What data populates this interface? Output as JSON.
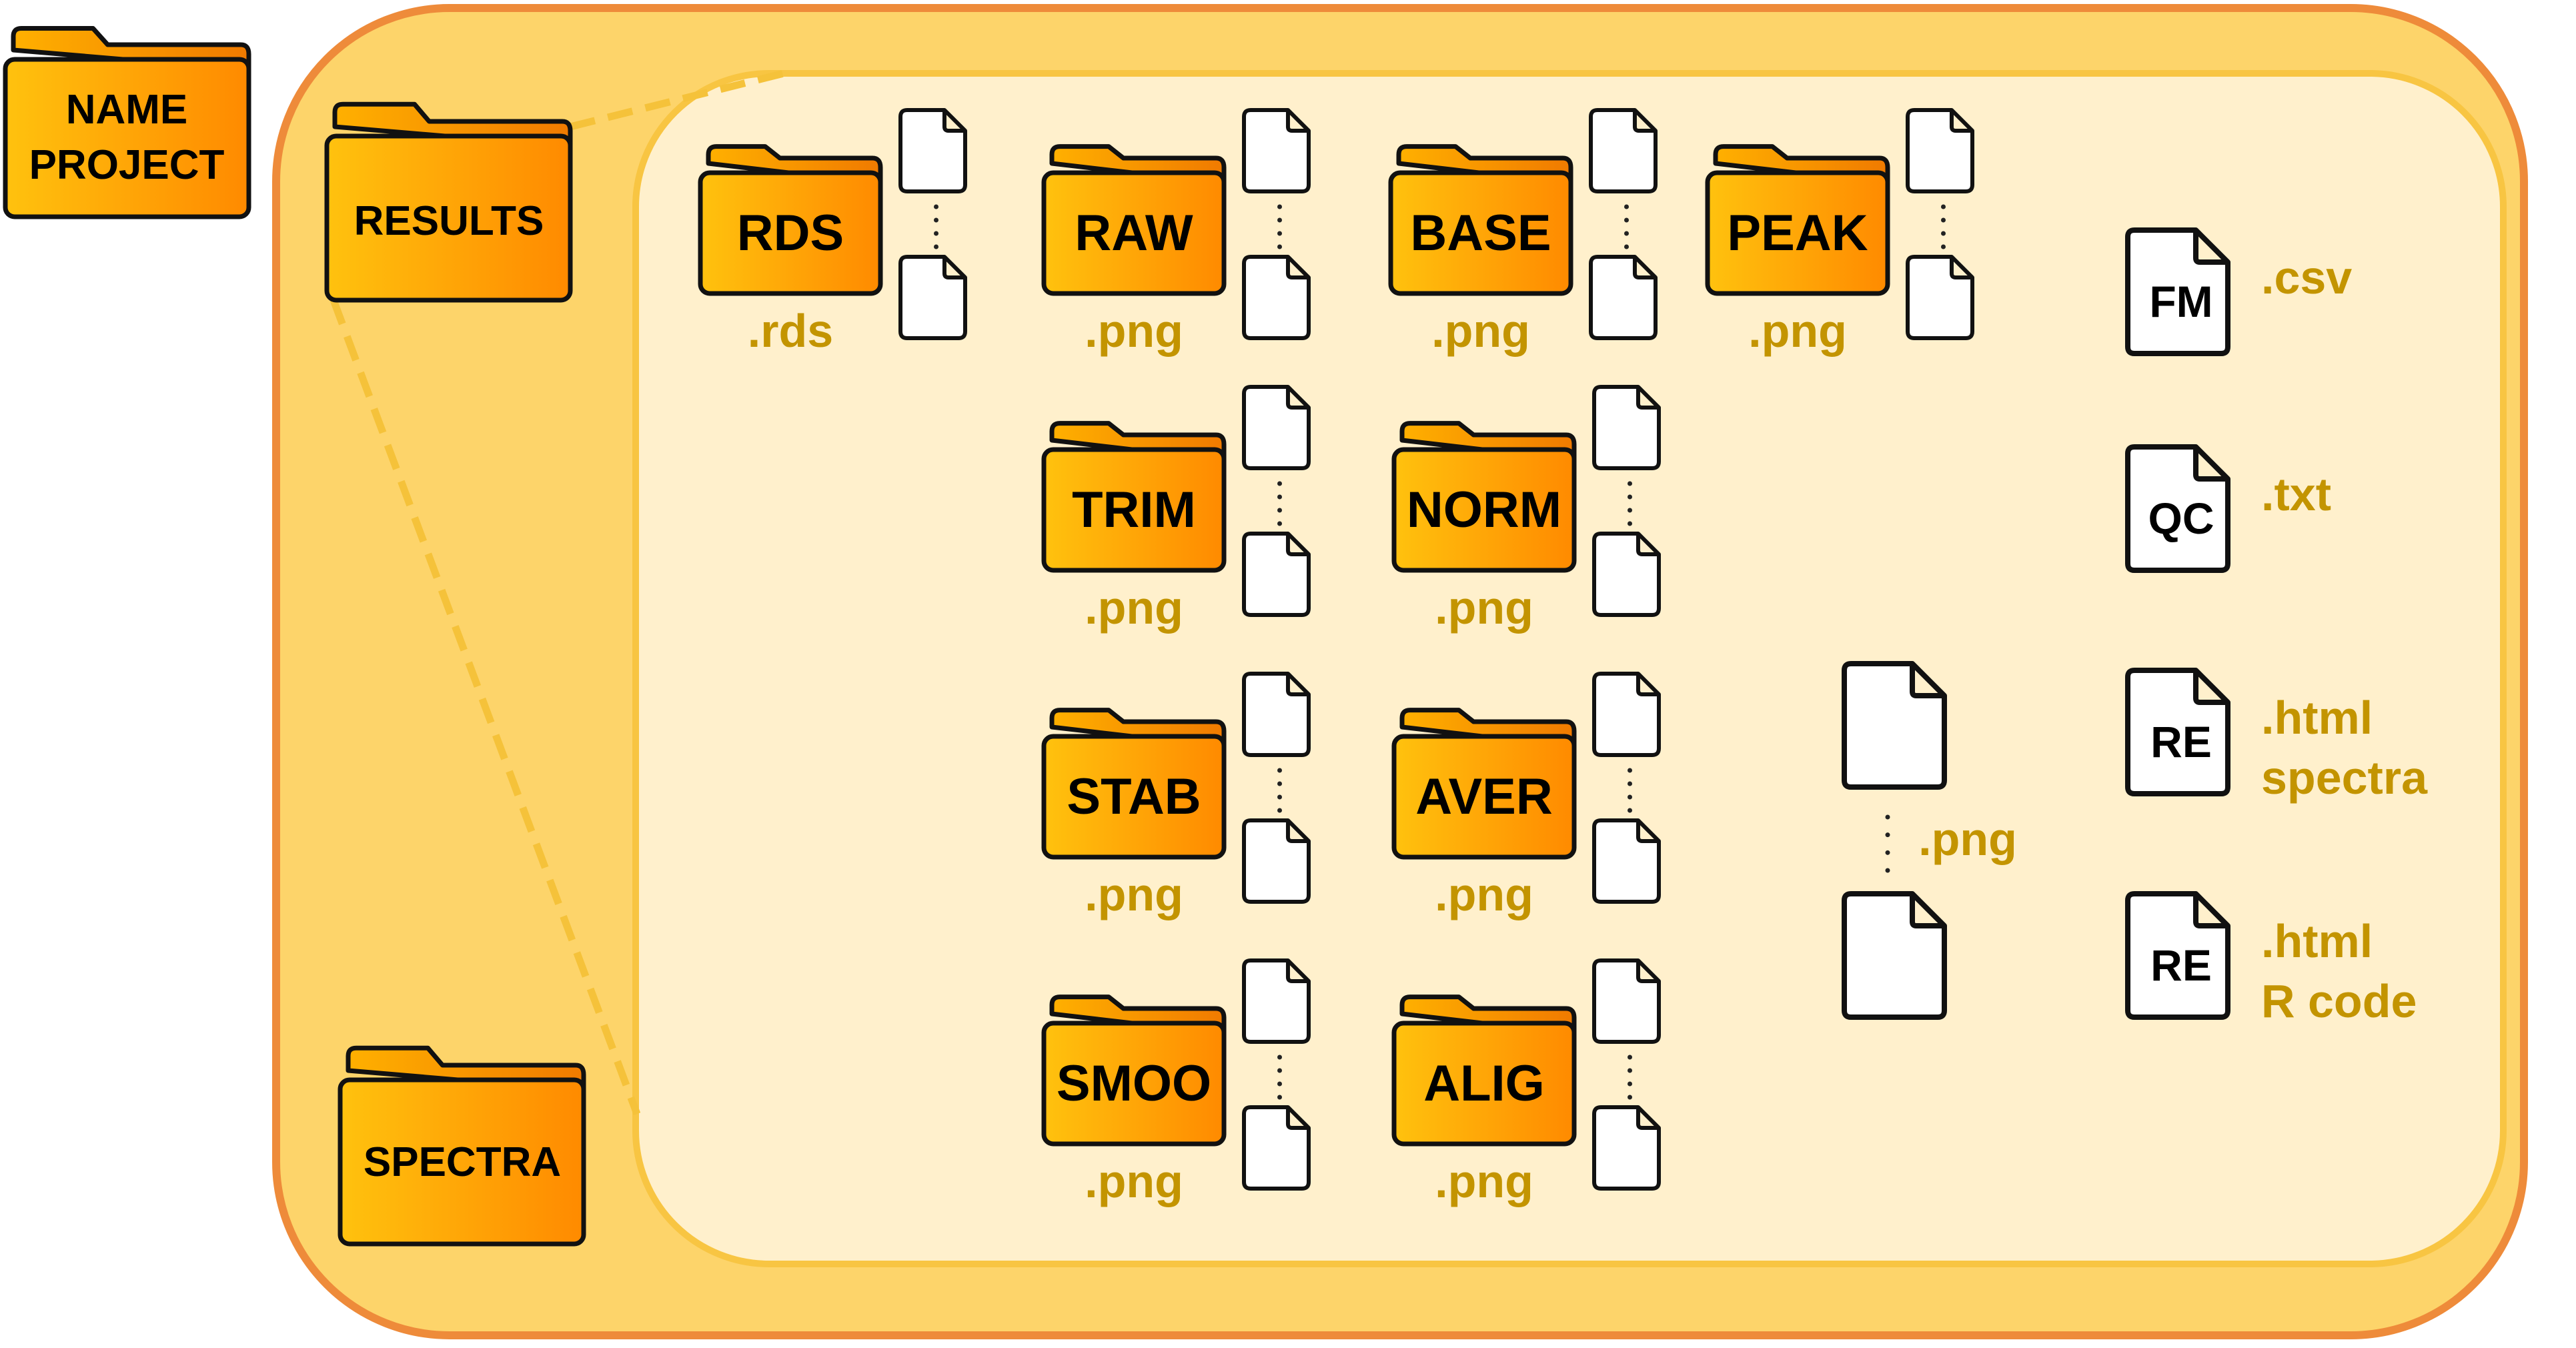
{
  "colors": {
    "outer_fill": "#fdd46a",
    "outer_border": "#ee8b3a",
    "inner_fill": "#fff0cc",
    "inner_border": "#f8c542",
    "connector": "#f5c23a",
    "folder_light": "#ffc20e",
    "folder_dark": "#ff8a00",
    "ext_text": "#c39400"
  },
  "root_folder": {
    "label_line1": "NAME",
    "label_line2": "PROJECT"
  },
  "side_folders": {
    "results": "RESULTS",
    "spectra": "SPECTRA"
  },
  "folders": [
    {
      "id": "rds",
      "label": "RDS",
      "ext": ".rds"
    },
    {
      "id": "raw",
      "label": "RAW",
      "ext": ".png"
    },
    {
      "id": "base",
      "label": "BASE",
      "ext": ".png"
    },
    {
      "id": "peak",
      "label": "PEAK",
      "ext": ".png"
    },
    {
      "id": "trim",
      "label": "TRIM",
      "ext": ".png"
    },
    {
      "id": "norm",
      "label": "NORM",
      "ext": ".png"
    },
    {
      "id": "stab",
      "label": "STAB",
      "ext": ".png"
    },
    {
      "id": "aver",
      "label": "AVER",
      "ext": ".png"
    },
    {
      "id": "smoo",
      "label": "SMOO",
      "ext": ".png"
    },
    {
      "id": "alig",
      "label": "ALIG",
      "ext": ".png"
    }
  ],
  "loose_png": {
    "ext": ".png"
  },
  "report_files": [
    {
      "id": "fm",
      "label": "FM",
      "ext_line1": ".csv",
      "ext_line2": ""
    },
    {
      "id": "qc",
      "label": "QC",
      "ext_line1": ".txt",
      "ext_line2": ""
    },
    {
      "id": "re-spectra",
      "label": "RE",
      "ext_line1": ".html",
      "ext_line2": "spectra"
    },
    {
      "id": "re-rcode",
      "label": "RE",
      "ext_line1": ".html",
      "ext_line2": "R code"
    }
  ]
}
